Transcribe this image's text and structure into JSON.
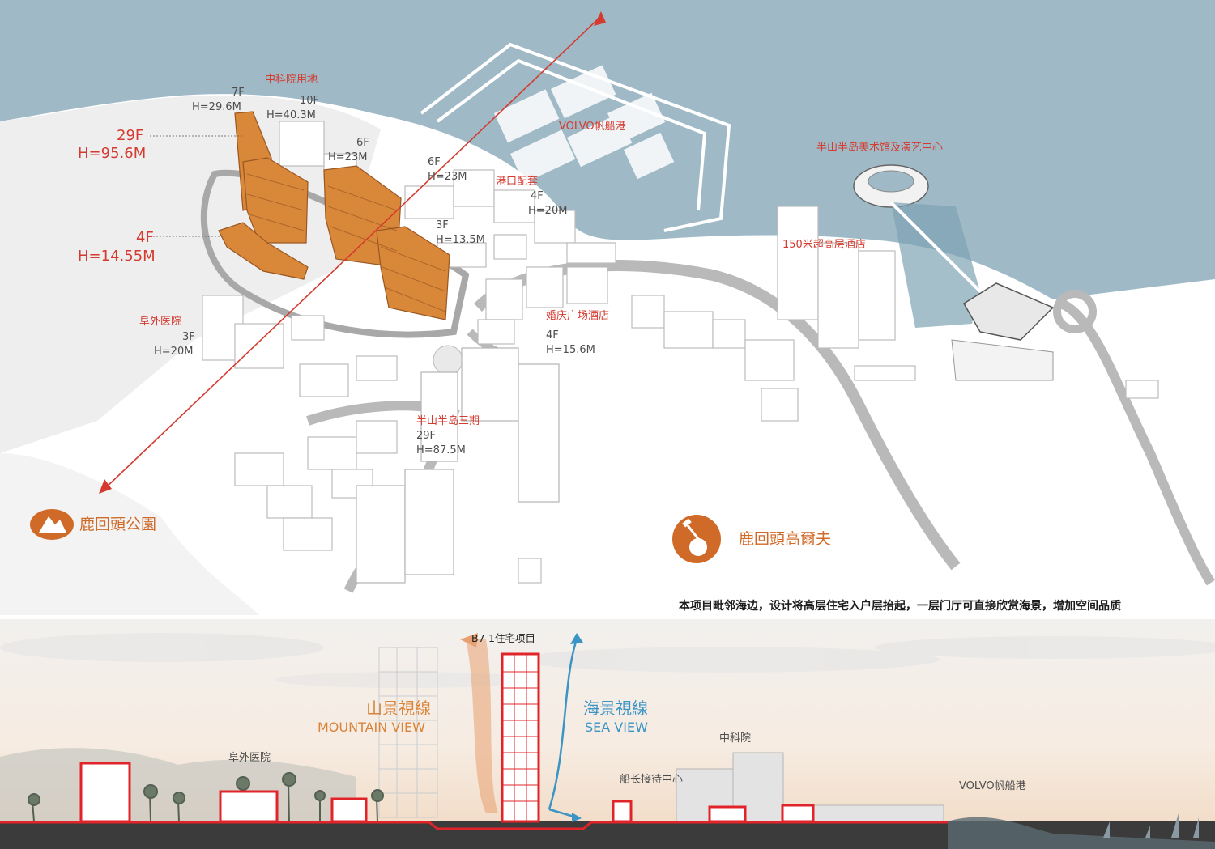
{
  "plan": {
    "labels": {
      "cas_land": "中科院用地",
      "tower_29f": "29F",
      "tower_29f_h": "H=95.6M",
      "podium_4f": "4F",
      "podium_4f_h": "H=14.55M",
      "b7f": "7F",
      "b7f_h": "H=29.6M",
      "b10f": "10F",
      "b10f_h": "H=40.3M",
      "b6f_a": "6F",
      "b6f_a_h": "H=23M",
      "b6f_b": "6F",
      "b6f_b_h": "H=23M",
      "port_support": "港口配套",
      "b4f_a": "4F",
      "b4f_a_h": "H=20M",
      "b3f_a": "3F",
      "b3f_a_h": "H=13.5M",
      "volvo_marina": "VOLVO帆船港",
      "museum": "半山半岛美术馆及演艺中心",
      "hotel": "150米超高层酒店",
      "hospital": "阜外医院",
      "hospital_f": "3F",
      "hospital_h": "H=20M",
      "wedding_hotel": "婚庆广场酒店",
      "wedding_f": "4F",
      "wedding_h": "H=15.6M",
      "peninsula": "半山半岛三期",
      "peninsula_f": "29F",
      "peninsula_h": "H=87.5M",
      "park": "鹿回頭公園",
      "golf": "鹿回頭高爾夫"
    },
    "caption": "本项目毗邻海边，设计将高层住宅入户层抬起，一层门厅可直接欣赏海景，增加空间品质",
    "colors": {
      "sea": "#9fbac6",
      "tower": "#d9883a",
      "axis": "#d43a2f",
      "land": "#ffffff"
    }
  },
  "section": {
    "project": "B7-1住宅项目",
    "mountain_cn": "山景視線",
    "mountain_en": "MOUNTAIN VIEW",
    "sea_cn": "海景視線",
    "sea_en": "SEA VIEW",
    "hospital": "阜外医院",
    "captain": "船长接待中心",
    "cas": "中科院",
    "volvo": "VOLVO帆船港",
    "colors": {
      "outline": "#e0242a",
      "mountain_arrow": "#e8a070",
      "sea_arrow": "#3a94c4"
    }
  }
}
